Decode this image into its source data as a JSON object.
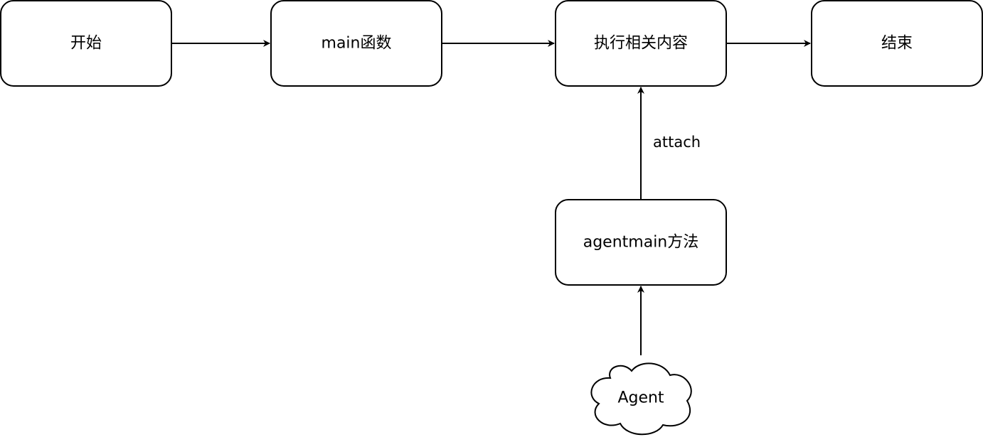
{
  "diagram": {
    "nodes": {
      "start": {
        "label": "开始"
      },
      "main_func": {
        "label": "main函数"
      },
      "execute": {
        "label": "执行相关内容"
      },
      "end": {
        "label": "结束"
      },
      "agentmain": {
        "label": "agentmain方法"
      },
      "agent": {
        "label": "Agent",
        "shape": "cloud"
      }
    },
    "edges": {
      "attach": {
        "label": "attach"
      }
    },
    "colors": {
      "stroke": "#000000",
      "fill": "#ffffff",
      "text": "#000000"
    }
  }
}
